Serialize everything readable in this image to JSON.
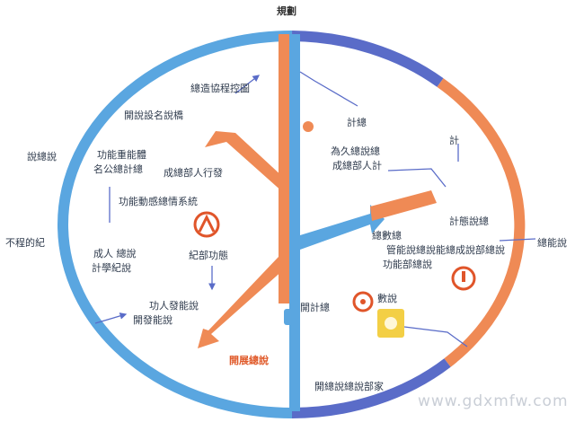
{
  "title": "規劃",
  "colors": {
    "blue": "#5aa6e0",
    "orange": "#ef8a55",
    "indigo": "#5a6cc8",
    "red": "#e0552a",
    "yellow": "#f3cf45",
    "dark": "#2f3b4d"
  },
  "labels": {
    "left_top": "總造協程控圖",
    "left_a": "開說設名說橋",
    "left_outer": "說總說",
    "left_b1": "功能重能體",
    "left_b2": "名公總計總",
    "center_top": "成總部人行發",
    "left_c": "功能動感總情系統",
    "left_outer2": "不程的紀",
    "left_d1": "成人 總說",
    "left_d2": "計學紀說",
    "center_badge": "紀部功態",
    "left_e": "功人發能說",
    "left_f": "開發能說",
    "orange_label": "開展總說",
    "center_bottom": "開計總",
    "bottom_center": "開總說總說部家",
    "right_top": "計總",
    "right_a1": "為久總說總",
    "right_a2": "成總部人計",
    "right_b": "計",
    "right_c": "計態說總",
    "right_d": "總數總",
    "right_e1": "管能說總說能",
    "right_e2": "功能部總說",
    "right_f": "總成說部總說",
    "right_outer": "總能說",
    "right_g": "數說"
  },
  "watermark": "www.gdxmfw.com"
}
